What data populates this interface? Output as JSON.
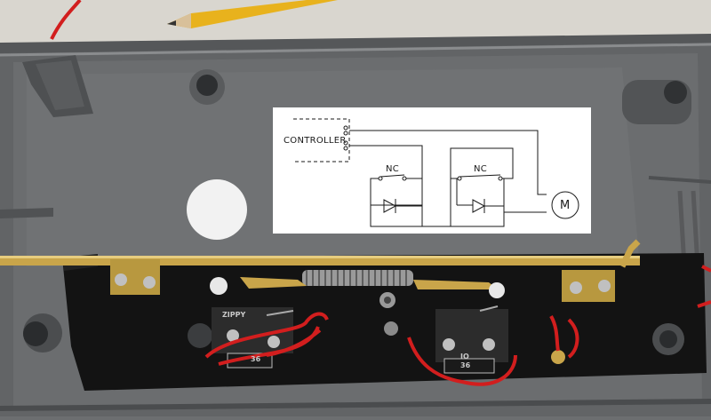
{
  "photo": {
    "subject": "open grey plastic housing with limit switches, diodes, spring and brass rod",
    "colors": {
      "housing": "#5f6163",
      "board": "#141414",
      "brass": "#c9a54a",
      "wire_red": "#d21e1e",
      "pencil": "#e8b21d"
    }
  },
  "diagram": {
    "controller_label": "CONTROLLER",
    "switch_1_label": "NC",
    "switch_2_label": "NC",
    "motor_symbol": "M"
  },
  "components": {
    "switch_left_text": "ZIPPY",
    "diode_left_text": "36",
    "diode_right_text": "36",
    "diode_right_prefix": "IO"
  }
}
